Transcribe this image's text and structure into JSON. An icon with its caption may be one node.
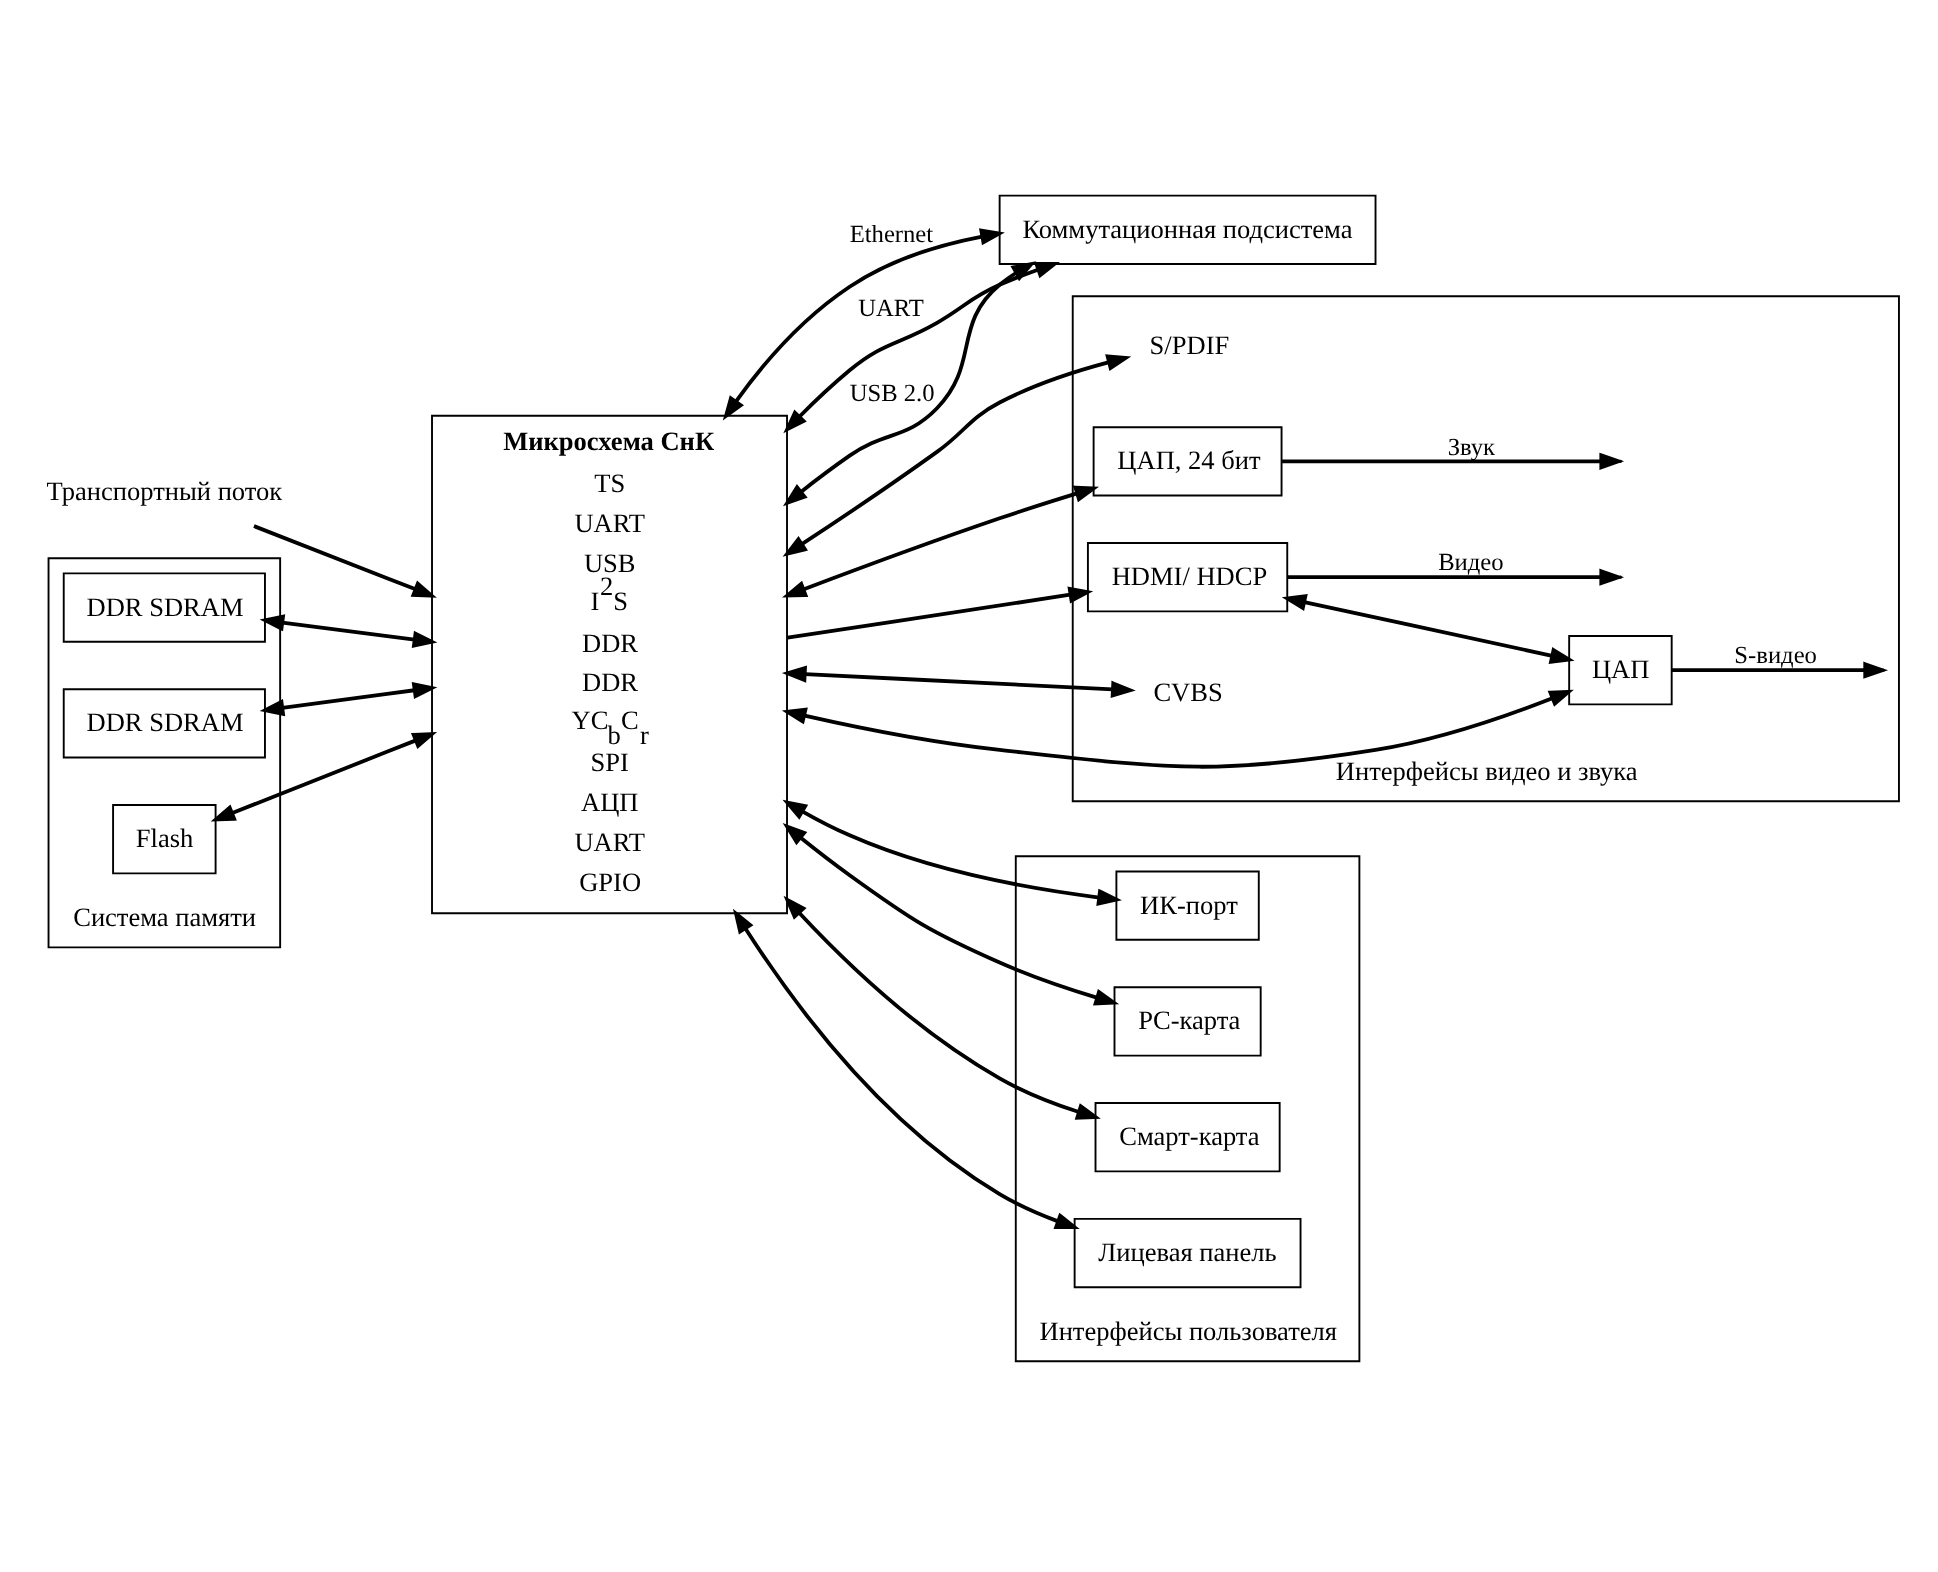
{
  "diagram": {
    "nodes": [
      {
        "text": [
          "Коммутационная подсистема"
        ]
      },
      {
        "text": [
          "Транспортный поток"
        ]
      },
      {
        "text": [
          "Система памяти"
        ]
      },
      {
        "text": [
          "DDR SDRAM"
        ],
        "in": 2
      },
      {
        "text": [
          "DDR SDRAM"
        ],
        "in": 2
      },
      {
        "text": [
          "Flash"
        ],
        "in": 2
      },
      {
        "text": [
          "Микросхема СнК",
          "TS",
          "UART",
          "USB",
          "I$^{2}$S",
          "DDR",
          "DDR",
          "YC$_{b}$C$_{r}$",
          "SPI",
          "АЦП",
          "UART",
          "GPIO"
        ]
      },
      {
        "text": [
          "Интерфейсы видео и звука"
        ]
      },
      {
        "text": [
          "S/PDIF"
        ],
        "in": 7
      },
      {
        "text": [
          "ЦАП, 24 бит"
        ],
        "in": 7
      },
      {
        "text": [
          "HDMI/ HDCP"
        ],
        "in": 7
      },
      {
        "text": [
          "ЦАП"
        ],
        "in": 7
      },
      {
        "text": [
          "CVBS"
        ],
        "in": 7
      },
      {
        "text": [
          "Интерфейсы пользователя"
        ]
      },
      {
        "text": [
          "ИК-порт"
        ],
        "in": 13
      },
      {
        "text": [
          "PC-карта"
        ],
        "in": 13
      },
      {
        "text": [
          "Смарт-карта"
        ],
        "in": 13
      },
      {
        "text": [
          "Лицевая панель"
        ],
        "in": 13
      }
    ],
    "edges": [
      {
        "from": 6,
        "to": 0,
        "arrow": "both",
        "label": "Ethernet"
      },
      {
        "from": 6,
        "to": 0,
        "arrow": "both",
        "label": "UART"
      },
      {
        "from": 6,
        "to": 0,
        "arrow": "both",
        "label": "USB 2.0"
      },
      {
        "from": 1,
        "to": 6,
        "arrow": "to"
      },
      {
        "from": 3,
        "to": 6,
        "arrow": "both"
      },
      {
        "from": 4,
        "to": 6,
        "arrow": "both"
      },
      {
        "from": 5,
        "to": 6,
        "arrow": "both"
      },
      {
        "from": 6,
        "to": 8,
        "arrow": "both"
      },
      {
        "from": 6,
        "to": 9,
        "arrow": "both"
      },
      {
        "from": 6,
        "to": 10,
        "arrow": "to"
      },
      {
        "from": 10,
        "to": 11,
        "arrow": "both"
      },
      {
        "from": 6,
        "to": 11,
        "arrow": "both"
      },
      {
        "from": 6,
        "to": 12,
        "arrow": "both"
      },
      {
        "from": 9,
        "to": null,
        "arrow": "to",
        "label": "Звук"
      },
      {
        "from": 10,
        "to": null,
        "arrow": "to",
        "label": "Видео"
      },
      {
        "from": 11,
        "to": null,
        "arrow": "to",
        "label": "S-видео"
      },
      {
        "from": 6,
        "to": 14,
        "arrow": "both"
      },
      {
        "from": 6,
        "to": 15,
        "arrow": "both"
      },
      {
        "from": 6,
        "to": 16,
        "arrow": "both"
      },
      {
        "from": 6,
        "to": 17,
        "arrow": "both"
      }
    ]
  }
}
